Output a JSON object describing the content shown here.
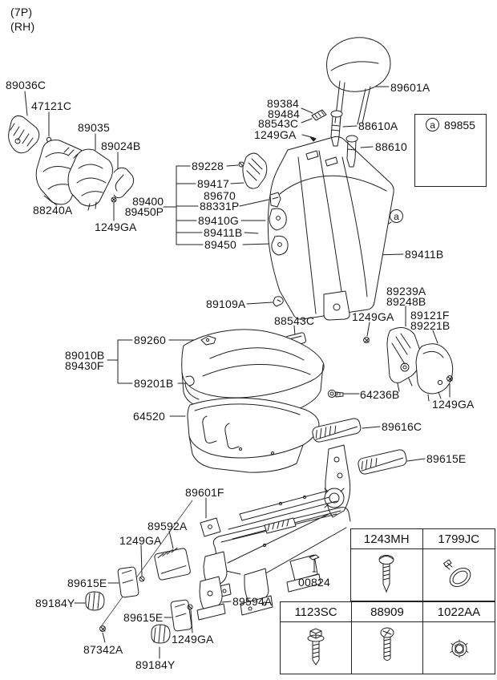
{
  "header": {
    "variant": "(7P)",
    "side": "(RH)"
  },
  "labels": {
    "l89036c": "89036C",
    "l47121c": "47121C",
    "l89035": "89035",
    "l89024b": "89024B",
    "l88240a": "88240A",
    "l1249ga": "1249GA",
    "l89400": "89400",
    "l89450p": "89450P",
    "l89228": "89228",
    "l89417": "89417",
    "l89670": "89670",
    "l88331p": "88331P",
    "l89410g": "89410G",
    "l89411b": "89411B",
    "l89450": "89450",
    "l89601a": "89601A",
    "l89384": "89384",
    "l89484": "89484",
    "l88543c": "88543C",
    "l88610a": "88610A",
    "l88610": "88610",
    "l89109a": "89109A",
    "l89239a": "89239A",
    "l89248b": "89248B",
    "l89121f": "89121F",
    "l89221b": "89221B",
    "l64236b": "64236B",
    "l89260": "89260",
    "l89010b": "89010B",
    "l89430f": "89430F",
    "l89201b": "89201B",
    "l64520": "64520",
    "l89616c": "89616C",
    "l89615e": "89615E",
    "l89601f": "89601F",
    "l89592a": "89592A",
    "l89184y": "89184Y",
    "l87342a": "87342A",
    "l89594a": "89594A",
    "l00824": "00824"
  },
  "inset": {
    "ref_letter": "a",
    "part_code": "89855"
  },
  "callout": {
    "ref_letter": "a"
  },
  "fastener_table": {
    "top_row": [
      {
        "code": "1243MH",
        "icon": "tapping-screw"
      },
      {
        "code": "1799JC",
        "icon": "cable-tie"
      }
    ],
    "bottom_row": [
      {
        "code": "1123SC",
        "icon": "hex-bolt"
      },
      {
        "code": "88909",
        "icon": "oval-head-screw"
      },
      {
        "code": "1022AA",
        "icon": "flange-nut"
      }
    ]
  },
  "colors": {
    "ink": "#1f1f1f",
    "background": "#ffffff"
  }
}
